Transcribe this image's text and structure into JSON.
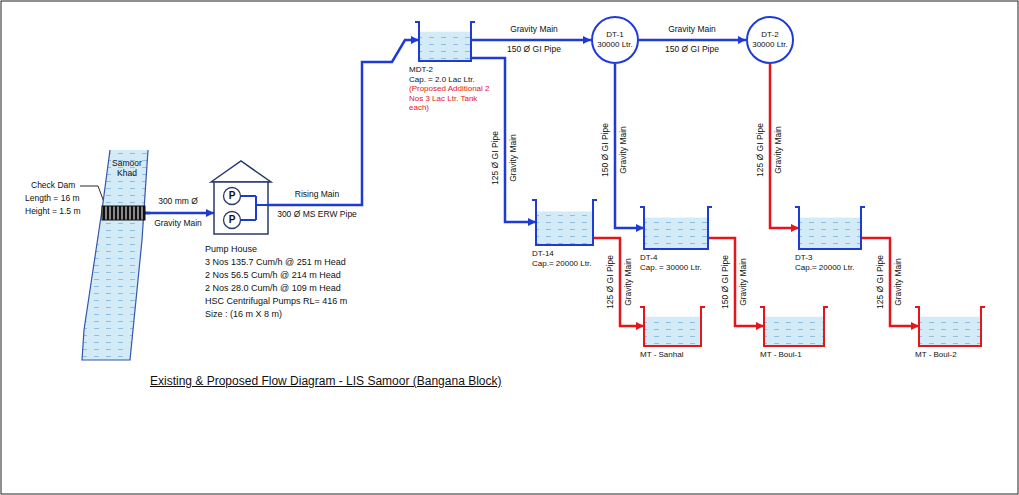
{
  "diagram": {
    "title": "Existing & Proposed Flow Diagram - LIS Samoor (Bangana Block)",
    "nodes": [
      {
        "text": [
          "Samoor Khad"
        ]
      },
      {
        "text": [
          "Pump House",
          "3 Nos 135.7 Cum/h @ 251 m Head",
          "2 Nos 56.5 Cum/h @ 214 m Head",
          "2 Nos 28.0 Cum/h @ 109 m Head",
          "HSC Centrifugal Pumps RL= 416 m",
          "Size : (16 m X 8 m)"
        ]
      },
      {
        "text": [
          "P"
        ],
        "in": 1
      },
      {
        "text": [
          "P"
        ],
        "in": 1
      },
      {
        "text": [
          "MDT-2",
          "Cap. = 2.0 Lac Ltr.",
          "(Proposed Additional 2 Nos 3 Lac Ltr. Tank each)"
        ]
      },
      {
        "text": [
          "DT-1",
          "30000 Ltr."
        ]
      },
      {
        "text": [
          "DT-2",
          "30000 Ltr."
        ]
      },
      {
        "text": [
          "DT-14",
          "Cap.= 20000 Ltr."
        ]
      },
      {
        "text": [
          "DT-4",
          "Cap. = 30000 Ltr."
        ]
      },
      {
        "text": [
          "DT-3",
          "Cap.= 20000 Ltr."
        ]
      },
      {
        "text": [
          "MT - Sanhal"
        ]
      },
      {
        "text": [
          "MT - Boul-1"
        ]
      },
      {
        "text": [
          "MT - Boul-2"
        ]
      }
    ],
    "edges": [
      {
        "from": 0,
        "to": 1,
        "arrow": "to",
        "label": "Gravity Main"
      },
      {
        "from": 1,
        "to": 4,
        "arrow": "to",
        "label": "Rising Main"
      },
      {
        "from": 4,
        "to": 5,
        "arrow": "to",
        "label": "Gravity Main"
      },
      {
        "from": 5,
        "to": 6,
        "arrow": "to",
        "label": "Gravity Main"
      },
      {
        "from": 4,
        "to": 7,
        "arrow": "to",
        "label": "Gravity Main"
      },
      {
        "from": 5,
        "to": 8,
        "arrow": "to",
        "label": "Gravity Main"
      },
      {
        "from": 6,
        "to": 9,
        "arrow": "to",
        "label": "Gravity Main"
      },
      {
        "from": 7,
        "to": 10,
        "arrow": "to",
        "label": "Gravity Main"
      },
      {
        "from": 8,
        "to": 11,
        "arrow": "to",
        "label": "Gravity Main"
      },
      {
        "from": 9,
        "to": 12,
        "arrow": "to",
        "label": "Gravity Main"
      }
    ],
    "labels": [
      "Check Dam",
      "Length = 16 m",
      "Height = 1.5 m",
      "300 mm Ø",
      "300 Ø MS ERW Pipe",
      "150 Ø GI Pipe",
      "150 Ø GI Pipe",
      "125 Ø GI Pipe",
      "150 Ø GI Pipe",
      "125 Ø GI Pipe",
      "125 Ø GI Pipe",
      "150 Ø GI Pipe",
      "125 Ø GI Pipe"
    ]
  }
}
